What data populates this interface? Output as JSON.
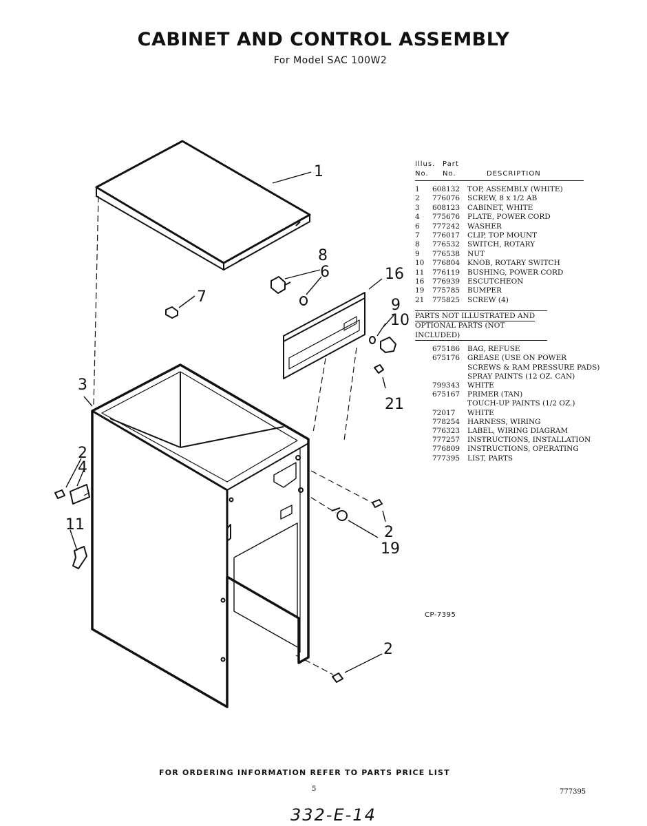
{
  "header": {
    "title": "CABINET AND CONTROL ASSEMBLY",
    "subtitle": "For Model SAC 100W2"
  },
  "parts_table": {
    "col_illus_top": "Illus.",
    "col_illus_bottom": "No.",
    "col_part_top": "Part",
    "col_part_bottom": "No.",
    "col_description": "DESCRIPTION",
    "rows": [
      {
        "illus": "1",
        "part": "608132",
        "description": "TOP, ASSEMBLY (WHITE)"
      },
      {
        "illus": "2",
        "part": "776076",
        "description": "SCREW, 8 x 1/2 AB"
      },
      {
        "illus": "3",
        "part": "608123",
        "description": "CABINET, WHITE"
      },
      {
        "illus": "4",
        "part": "775676",
        "description": "PLATE, POWER CORD"
      },
      {
        "illus": "6",
        "part": "777242",
        "description": "WASHER"
      },
      {
        "illus": "7",
        "part": "776017",
        "description": "CLIP, TOP MOUNT"
      },
      {
        "illus": "8",
        "part": "776532",
        "description": "SWITCH, ROTARY"
      },
      {
        "illus": "9",
        "part": "776538",
        "description": "NUT"
      },
      {
        "illus": "10",
        "part": "776804",
        "description": "KNOB, ROTARY SWITCH"
      },
      {
        "illus": "11",
        "part": "776119",
        "description": "BUSHING, POWER CORD"
      },
      {
        "illus": "16",
        "part": "776939",
        "description": "ESCUTCHEON"
      },
      {
        "illus": "19",
        "part": "775785",
        "description": "BUMPER"
      },
      {
        "illus": "21",
        "part": "775825",
        "description": "SCREW (4)"
      }
    ],
    "optional_heading_1": "PARTS NOT ILLUSTRATED AND",
    "optional_heading_2": "OPTIONAL PARTS (NOT INCLUDED)",
    "optional_rows": [
      {
        "part": "675186",
        "description": "BAG, REFUSE"
      },
      {
        "part": "675176",
        "description": "GREASE (USE ON POWER"
      },
      {
        "part": "",
        "description": "SCREWS & RAM PRESSURE PADS)"
      },
      {
        "part": "",
        "description": "SPRAY PAINTS (12 OZ. CAN)"
      },
      {
        "part": "799343",
        "description": "WHITE"
      },
      {
        "part": "675167",
        "description": "PRIMER (TAN)"
      },
      {
        "part": "",
        "description": "TOUCH-UP PAINTS (1/2 OZ.)"
      },
      {
        "part": "72017",
        "description": "WHITE"
      },
      {
        "part": "778254",
        "description": "HARNESS, WIRING"
      },
      {
        "part": "776323",
        "description": "LABEL, WIRING DIAGRAM"
      },
      {
        "part": "777257",
        "description": "INSTRUCTIONS, INSTALLATION"
      },
      {
        "part": "776809",
        "description": "INSTRUCTIONS, OPERATING"
      },
      {
        "part": "777395",
        "description": "LIST, PARTS"
      }
    ]
  },
  "diagram": {
    "callouts": {
      "c1": "1",
      "c8": "8",
      "c6": "6",
      "c16": "16",
      "c7": "7",
      "c9": "9",
      "c10": "10",
      "c3": "3",
      "c21": "21",
      "c2a": "2",
      "c4": "4",
      "c11": "11",
      "c2b": "2",
      "c19": "19",
      "c2c": "2"
    },
    "drawing_code": "CP-7395"
  },
  "footer": {
    "ordering_note": "FOR ORDERING INFORMATION REFER TO PARTS PRICE LIST",
    "page_number": "5",
    "document_number": "777395",
    "handwritten_code": "332-E-14"
  }
}
